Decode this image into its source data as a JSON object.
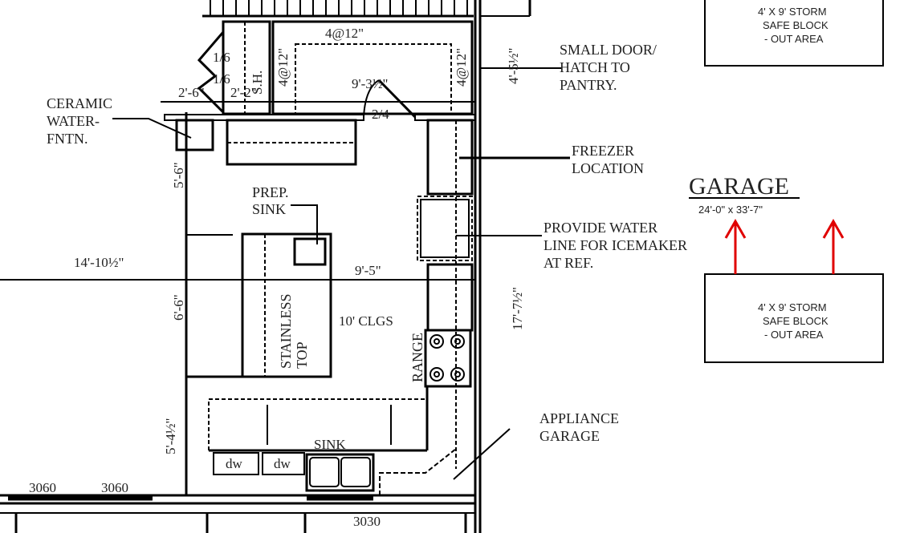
{
  "labels": {
    "ceramic_fountain": [
      "CERAMIC",
      "WATER-",
      "FNTN."
    ],
    "small_door": [
      "SMALL DOOR/",
      "HATCH TO",
      "PANTRY."
    ],
    "freezer": [
      "FREEZER",
      "LOCATION"
    ],
    "prep_sink": [
      "PREP.",
      "SINK"
    ],
    "icemaker": [
      "PROVIDE WATER",
      "LINE FOR ICEMAKER",
      "AT REF."
    ],
    "stainless": [
      "STAINLESS",
      "TOP"
    ],
    "ceilings": "10' CLGS",
    "range": "RANGE",
    "appliance_garage": [
      "APPLIANCE",
      "GARAGE"
    ],
    "sink": "SINK",
    "dw1": "dw",
    "dw2": "dw",
    "sh": "S.H.",
    "door_16a": "1/6",
    "door_16b": "1/6",
    "door_24": "2/4"
  },
  "dimensions": {
    "shelf_top": "4@12\"",
    "shelf_left": "4@12\"",
    "shelf_right": "4@12\"",
    "d_2_6": "2'-6\"",
    "d_2_2": "2'-2\"",
    "d_9_3": "9'-3½\"",
    "d_4_5": "4'-5½\"",
    "d_5_6": "5'-6\"",
    "d_14_10": "14'-10½\"",
    "d_9_5": "9'-5\"",
    "d_6_6": "6'-6\"",
    "d_17_7": "17'-7½\"",
    "d_5_4": "5'-4½\"",
    "win1": "3060",
    "win2": "3060",
    "win3": "3030"
  },
  "garage": {
    "title": "GARAGE",
    "size": "24'-0\" x 33'-7\"",
    "storm_block_top": [
      "4' X 9'  STORM",
      "SAFE BLOCK",
      "- OUT AREA"
    ],
    "storm_block_bottom": [
      "4' X 9'  STORM",
      "SAFE BLOCK",
      "- OUT AREA"
    ]
  },
  "colors": {
    "line": "#000000",
    "arrow": "#e00000"
  }
}
